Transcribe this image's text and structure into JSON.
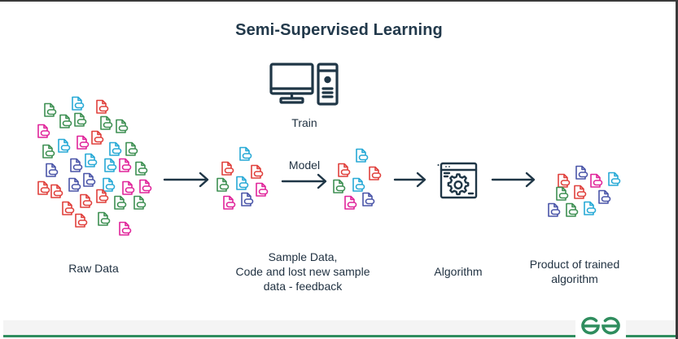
{
  "title": "Semi-Supervised Learning",
  "train": {
    "label": "Train",
    "icon": "desktop-computer-icon"
  },
  "model_arrow": {
    "label": "Model"
  },
  "stages": [
    {
      "id": "raw-data",
      "label_lines": [
        "Raw Data"
      ]
    },
    {
      "id": "sample-data",
      "label_lines": [
        "Sample Data,",
        "Code and lost new sample",
        "data - feedback"
      ]
    },
    {
      "id": "algorithm",
      "label_lines": [
        "Algorithm"
      ],
      "icon": "gear-window-icon"
    },
    {
      "id": "product",
      "label_lines": [
        "Product of trained",
        "algorithm"
      ]
    }
  ],
  "colors": {
    "text": "#22394b",
    "icon_stroke": "#1f3646",
    "green": "#3d8f52",
    "cyan": "#27a9d6",
    "red": "#e0403c",
    "magenta": "#e0249a",
    "indigo": "#4a55a8",
    "brand_green": "#2f8d5e"
  },
  "clusters": {
    "raw": [
      "green",
      "cyan",
      "red",
      "magenta",
      "green",
      "green",
      "green",
      "green",
      "green",
      "cyan",
      "magenta",
      "red",
      "cyan",
      "green",
      "indigo",
      "indigo",
      "cyan",
      "cyan",
      "magenta",
      "green",
      "red",
      "indigo",
      "indigo",
      "cyan",
      "magenta",
      "magenta",
      "red",
      "red",
      "red",
      "green",
      "green",
      "red",
      "green",
      "magenta",
      "red"
    ],
    "sample": [
      "cyan",
      "red",
      "red",
      "green",
      "cyan",
      "magenta",
      "magenta",
      "indigo"
    ],
    "model_out": [
      "cyan",
      "red",
      "red",
      "green",
      "cyan",
      "magenta",
      "indigo"
    ],
    "product": [
      "indigo",
      "red",
      "magenta",
      "cyan",
      "green",
      "red",
      "indigo",
      "indigo",
      "green",
      "cyan"
    ]
  },
  "footer": {
    "logo": "GfG",
    "logo_icon": "geeksforgeeks-logo-icon"
  }
}
